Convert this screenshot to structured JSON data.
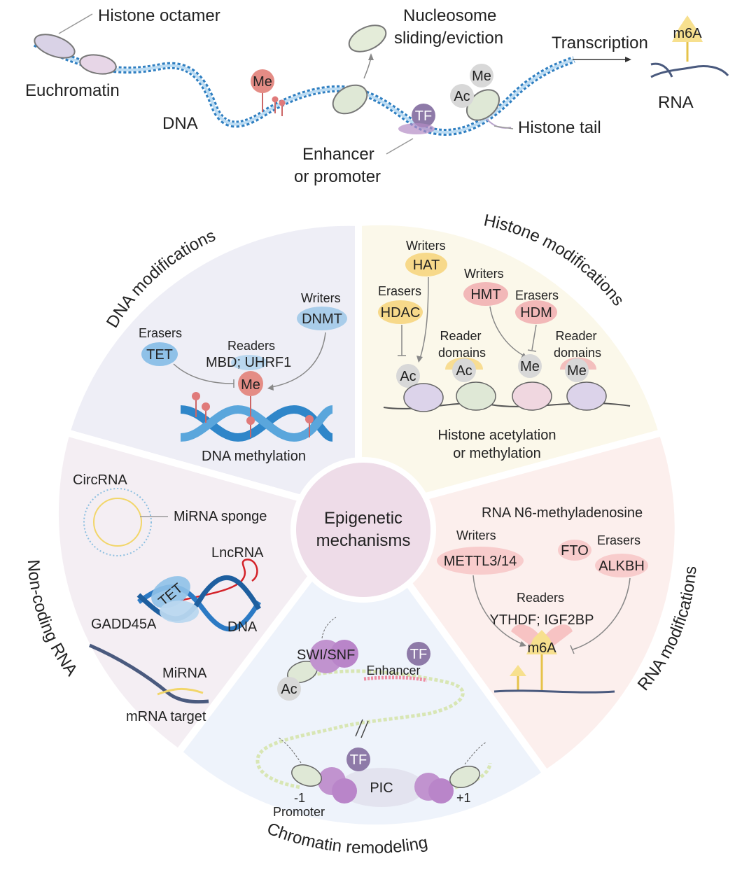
{
  "top": {
    "histone_octamer": "Histone octamer",
    "euchromatin": "Euchromatin",
    "dna": "DNA",
    "me": "Me",
    "nucleosome_line1": "Nucleosome",
    "nucleosome_line2": "sliding/eviction",
    "tf": "TF",
    "enhancer_line1": "Enhancer",
    "enhancer_line2": "or promoter",
    "me2": "Me",
    "ac": "Ac",
    "histone_tail": "Histone tail",
    "transcription": "Transcription",
    "m6a": "m6A",
    "rna": "RNA"
  },
  "center": {
    "line1": "Epigenetic",
    "line2": "mechanisms"
  },
  "dna_mod": {
    "title": "DNA modifications",
    "writers": "Writers",
    "dnmt": "DNMT",
    "erasers": "Erasers",
    "tet": "TET",
    "readers": "Readers",
    "mbd": "MBD; UHRF1",
    "me": "Me",
    "caption": "DNA methylation"
  },
  "histone_mod": {
    "title": "Histone modifications",
    "writers1": "Writers",
    "hat": "HAT",
    "erasers1": "Erasers",
    "hdac": "HDAC",
    "writers2": "Writers",
    "hmt": "HMT",
    "erasers2": "Erasers",
    "hdm": "HDM",
    "reader1_line1": "Reader",
    "reader1_line2": "domains",
    "reader2_line1": "Reader",
    "reader2_line2": "domains",
    "ac1": "Ac",
    "ac2": "Ac",
    "me1": "Me",
    "me2": "Me",
    "caption1": "Histone acetylation",
    "caption2": "or methylation"
  },
  "rna_mod": {
    "title": "RNA modifications",
    "subtitle": "RNA N6-methyladenosine",
    "writers": "Writers",
    "mettl": "METTL3/14",
    "fto": "FTO",
    "erasers": "Erasers",
    "alkbh": "ALKBH",
    "readers": "Readers",
    "ythdf": "YTHDF; IGF2BP",
    "m6a": "m6A"
  },
  "ncrna": {
    "title": "Non-coding RNA",
    "circrna": "CircRNA",
    "sponge": "MiRNA sponge",
    "lncrna": "LncRNA",
    "tet": "TET",
    "gadd": "GADD45A",
    "dna": "DNA",
    "mirna": "MiRNA",
    "mrna": "mRNA target"
  },
  "chromatin": {
    "title": "Chromatin remodeling",
    "swisnf": "SWI/SNF",
    "tf1": "TF",
    "enhancer": "Enhancer",
    "ac": "Ac",
    "tf2": "TF",
    "pic": "PIC",
    "minus1": "-1",
    "promoter": "Promoter",
    "plus1": "+1"
  },
  "colors": {
    "dna_blue": "#2f7fc1",
    "methyl_red": "#e07a7a",
    "hat_yellow": "#f7d98a",
    "hmt_pink": "#f2b8b8",
    "tet_blue": "#8fc1e8",
    "purple": "#a678b8",
    "sector_dna": "#eeeef6",
    "sector_histone": "#fbf8ea",
    "sector_rna": "#fcefed",
    "sector_chromatin": "#eef3fb",
    "sector_ncrna": "#f4eef3"
  }
}
